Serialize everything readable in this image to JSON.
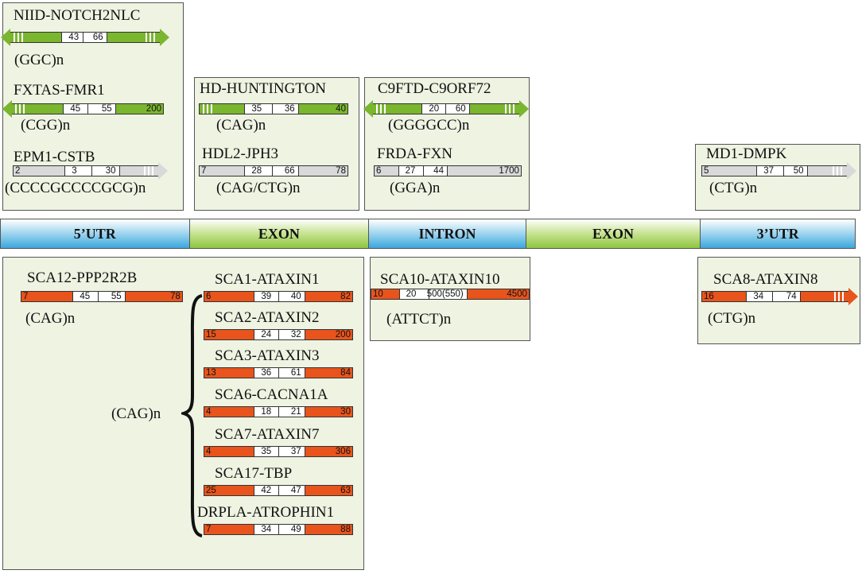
{
  "regions": [
    {
      "label": "5’UTR",
      "style": "blue",
      "width": 238
    },
    {
      "label": "EXON",
      "style": "greenb",
      "width": 226
    },
    {
      "label": "INTRON",
      "style": "blue",
      "width": 198
    },
    {
      "label": "EXON",
      "style": "greenb",
      "width": 220
    },
    {
      "label": "3’UTR",
      "style": "blue",
      "width": 194
    }
  ],
  "genes": [
    {
      "id": "niid",
      "name": "NIID-NOTCH2NLC",
      "motif": "(GGC)n",
      "color": "green",
      "ranges": [
        "",
        "43",
        "66",
        ""
      ],
      "arrows": "both",
      "dashes": "both"
    },
    {
      "id": "fxtas",
      "name": "FXTAS-FMR1",
      "motif": "(CGG)n",
      "color": "green",
      "ranges": [
        "",
        "45",
        "55",
        "200"
      ],
      "arrows": "left",
      "dashes": "left"
    },
    {
      "id": "epm1",
      "name": "EPM1-CSTB",
      "motif": "(CCCCGCCCCGCG)n",
      "color": "grey",
      "ranges": [
        "2",
        "3",
        "30",
        ""
      ],
      "arrows": "right",
      "dashes": "right"
    },
    {
      "id": "hd",
      "name": "HD-HUNTINGTON",
      "motif": "(CAG)n",
      "color": "green",
      "ranges": [
        "",
        "35",
        "36",
        "40"
      ],
      "arrows": "none",
      "dashes": "left"
    },
    {
      "id": "hdl2",
      "name": "HDL2-JPH3",
      "motif": "(CAG/CTG)n",
      "color": "grey",
      "ranges": [
        "7",
        "28",
        "66",
        "78"
      ],
      "arrows": "none",
      "dashes": "none"
    },
    {
      "id": "c9",
      "name": "C9FTD-C9ORF72",
      "motif": "(GGGGCC)n",
      "color": "green",
      "ranges": [
        "",
        "20",
        "60",
        ""
      ],
      "arrows": "both",
      "dashes": "both"
    },
    {
      "id": "frda",
      "name": "FRDA-FXN",
      "motif": "(GGA)n",
      "color": "grey",
      "ranges": [
        "6",
        "27",
        "44",
        "1700"
      ],
      "arrows": "none",
      "dashes": "none"
    },
    {
      "id": "md1",
      "name": "MD1-DMPK",
      "motif": "(CTG)n",
      "color": "grey",
      "ranges": [
        "5",
        "37",
        "50",
        ""
      ],
      "arrows": "right",
      "dashes": "right"
    },
    {
      "id": "sca12",
      "name": "SCA12-PPP2R2B",
      "motif": "(CAG)n",
      "color": "orange",
      "ranges": [
        "7",
        "45",
        "55",
        "78"
      ],
      "arrows": "none",
      "dashes": "none"
    },
    {
      "id": "sca1",
      "name": "SCA1-ATAXIN1",
      "color": "orange",
      "ranges": [
        "6",
        "39",
        "40",
        "82"
      ]
    },
    {
      "id": "sca2",
      "name": "SCA2-ATAXIN2",
      "color": "orange",
      "ranges": [
        "15",
        "24",
        "32",
        "200"
      ]
    },
    {
      "id": "sca3",
      "name": "SCA3-ATAXIN3",
      "color": "orange",
      "ranges": [
        "13",
        "36",
        "61",
        "84"
      ]
    },
    {
      "id": "sca6",
      "name": "SCA6-CACNA1A",
      "color": "orange",
      "ranges": [
        "4",
        "18",
        "21",
        "30"
      ]
    },
    {
      "id": "sca7",
      "name": "SCA7-ATAXIN7",
      "color": "orange",
      "ranges": [
        "4",
        "35",
        "37",
        "306"
      ]
    },
    {
      "id": "sca17",
      "name": "SCA17-TBP",
      "color": "orange",
      "ranges": [
        "25",
        "42",
        "47",
        "63"
      ]
    },
    {
      "id": "drpla",
      "name": "DRPLA-ATROPHIN1",
      "color": "orange",
      "ranges": [
        "7",
        "34",
        "49",
        "88"
      ]
    },
    {
      "id": "sca10",
      "name": "SCA10-ATAXIN10",
      "motif": "(ATTCT)n",
      "color": "orange",
      "ranges": [
        "10",
        "20",
        "500(550)",
        "4500"
      ],
      "arrows": "none",
      "dashes": "none"
    },
    {
      "id": "sca8",
      "name": "SCA8-ATAXIN8",
      "motif": "(CTG)n",
      "color": "orange",
      "ranges": [
        "16",
        "34",
        "74",
        ""
      ],
      "arrows": "right",
      "dashes": "right"
    }
  ],
  "group_motif": "(CAG)n",
  "colors": {
    "green": "#7ab62e",
    "grey": "#d9d9d9",
    "orange": "#e8541c",
    "panel": "#eef3e2"
  }
}
